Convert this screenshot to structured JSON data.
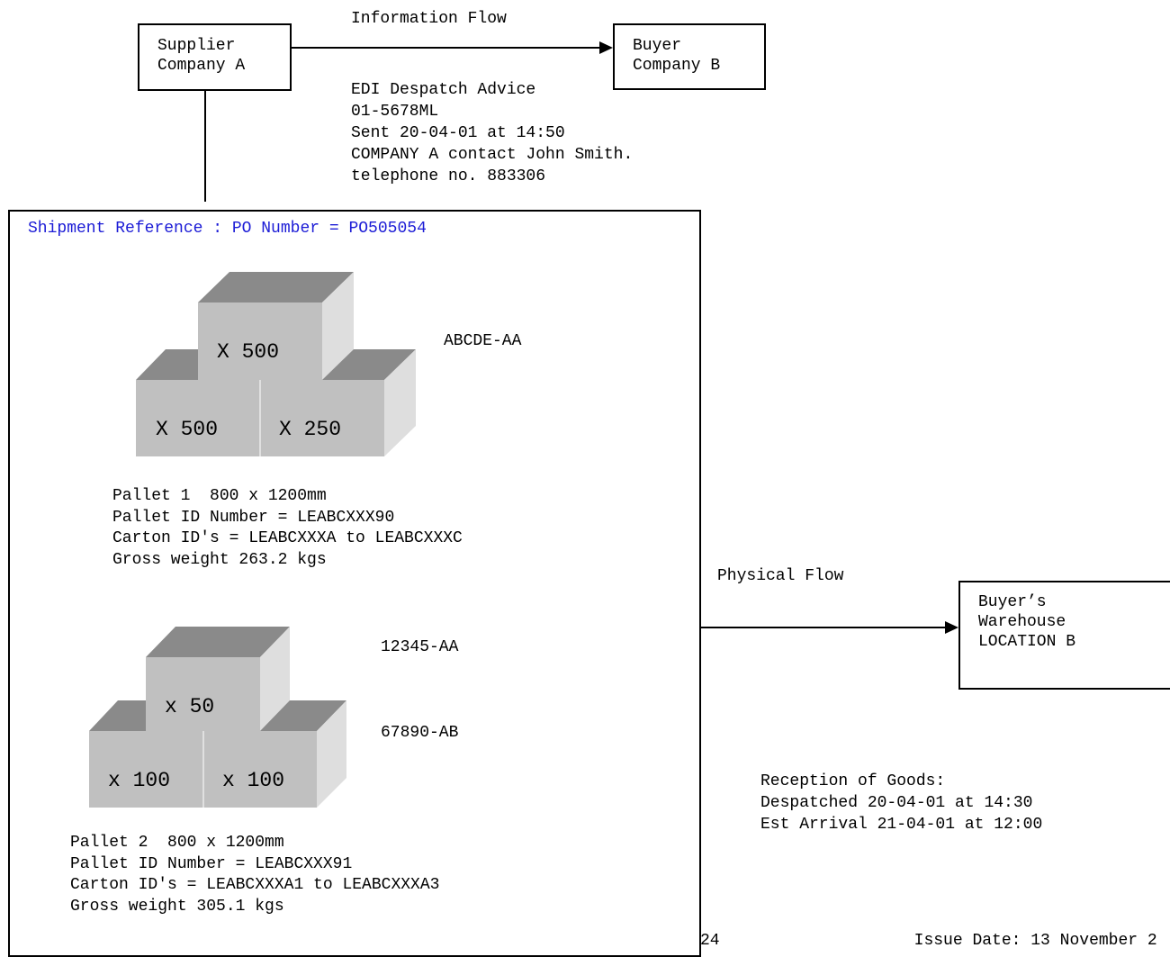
{
  "info_flow_label": "Information Flow",
  "supplier": {
    "line1": "Supplier",
    "line2": "Company A"
  },
  "buyer": {
    "line1": "Buyer",
    "line2": "Company B"
  },
  "edi": {
    "line1": "EDI Despatch Advice",
    "line2": "01-5678ML",
    "line3": "Sent 20-04-01 at 14:50",
    "line4": "COMPANY A contact John Smith.",
    "line5": "telephone no. 883306"
  },
  "shipment_reference": "Shipment Reference : PO Number = PO505054",
  "pallet1": {
    "top_carton": "X 500",
    "bottom_left_carton": "X 500",
    "bottom_right_carton": "X 250",
    "part_label": "ABCDE-AA",
    "line1": "Pallet 1  800 x 1200mm",
    "line2": "Pallet ID Number = LEABCXXX90",
    "line3": "Carton ID's = LEABCXXXA to LEABCXXXC",
    "line4": "Gross weight 263.2 kgs"
  },
  "pallet2": {
    "top_carton": "x 50",
    "bottom_left_carton": "x 100",
    "bottom_right_carton": "x 100",
    "part_label_1": "12345-AA",
    "part_label_2": "67890-AB",
    "line1": "Pallet 2  800 x 1200mm",
    "line2": "Pallet ID Number = LEABCXXX91",
    "line3": "Carton ID's = LEABCXXXA1 to LEABCXXXA3",
    "line4": "Gross weight 305.1 kgs"
  },
  "physical_flow_label": "Physical Flow",
  "warehouse": {
    "line1": "Buyer’s",
    "line2": "Warehouse",
    "line3": "LOCATION B"
  },
  "reception": {
    "line1": "Reception of Goods:",
    "line2": "Despatched 20-04-01 at 14:30",
    "line3": "Est Arrival 21-04-01 at 12:00"
  },
  "footer_text": "24                    Issue Date: 13 November 2",
  "colors": {
    "reference_blue": "#1c1cd6",
    "cube_front": "#c0c0c0",
    "cube_top": "#8a8a8a",
    "cube_side": "#dedede"
  }
}
